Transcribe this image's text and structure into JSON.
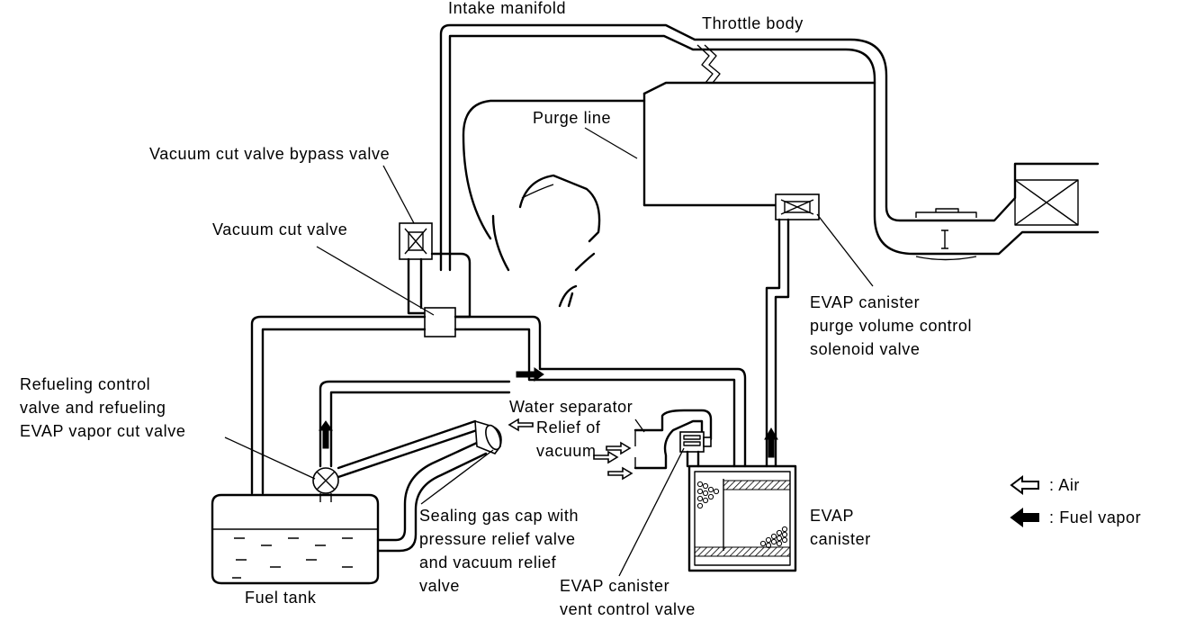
{
  "labels": {
    "intake_manifold": "Intake manifold",
    "throttle_body": "Throttle body",
    "purge_line": "Purge line",
    "vacuum_cut_valve_bypass_valve": "Vacuum cut valve bypass valve",
    "vacuum_cut_valve": "Vacuum cut valve",
    "evap_purge_solenoid": [
      "EVAP canister",
      "purge volume control",
      "solenoid valve"
    ],
    "refueling_control_valve": [
      "Refueling control",
      "valve and refueling",
      "EVAP vapor cut valve"
    ],
    "water_separator": "Water separator",
    "relief_of_vacuum": [
      "Relief of",
      "vacuum"
    ],
    "sealing_gas_cap": [
      "Sealing gas cap with",
      "pressure relief valve",
      "and vacuum relief",
      "valve"
    ],
    "evap_canister": [
      "EVAP",
      "canister"
    ],
    "fuel_tank": "Fuel tank",
    "evap_vent_control_valve": [
      "EVAP canister",
      "vent control valve"
    ]
  },
  "legend": [
    {
      "icon": "hollow-arrow-icon",
      "text": ":  Air"
    },
    {
      "icon": "solid-arrow-icon",
      "text": ":  Fuel vapor"
    }
  ]
}
